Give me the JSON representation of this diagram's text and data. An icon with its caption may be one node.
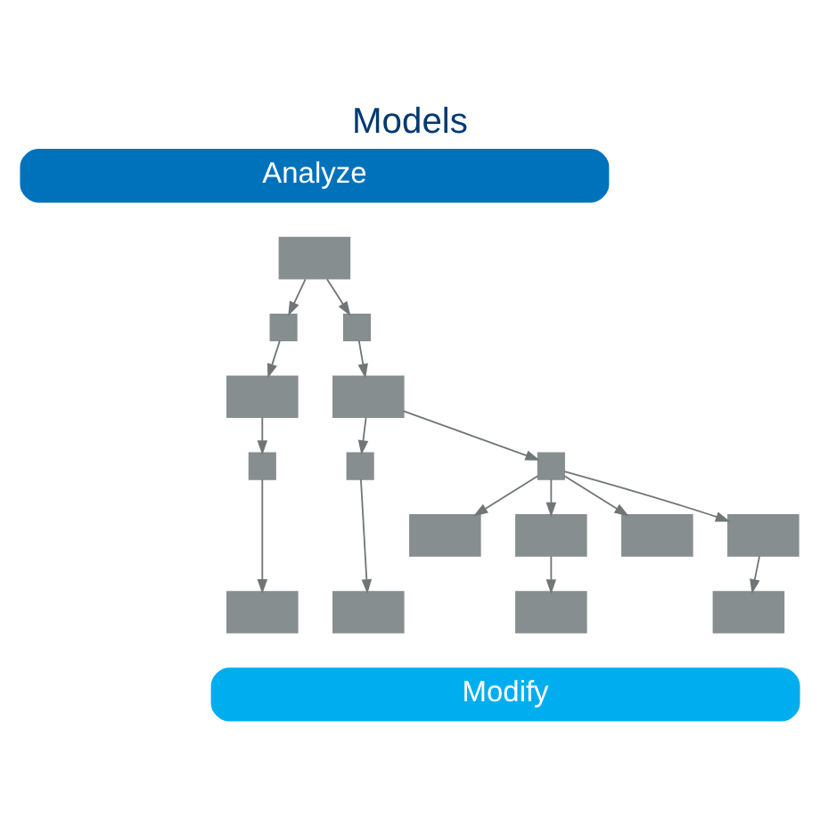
{
  "diagram": {
    "title": "Models",
    "nodes": [
      {
        "text": [
          "Analyze"
        ]
      },
      {
        "text": [
          "Modify"
        ]
      },
      {
        "text": [],
        "shape": "box"
      },
      {
        "text": [],
        "shape": "box"
      },
      {
        "text": [],
        "shape": "box"
      },
      {
        "text": [],
        "shape": "box"
      },
      {
        "text": [],
        "shape": "box"
      },
      {
        "text": [],
        "shape": "box"
      },
      {
        "text": [],
        "shape": "box"
      },
      {
        "text": [],
        "shape": "box"
      },
      {
        "text": [],
        "shape": "box"
      },
      {
        "text": [],
        "shape": "box"
      },
      {
        "text": [],
        "shape": "box"
      },
      {
        "text": [],
        "shape": "box"
      },
      {
        "text": [],
        "shape": "box"
      },
      {
        "text": [],
        "shape": "box"
      },
      {
        "text": [],
        "shape": "box"
      },
      {
        "text": [],
        "shape": "box"
      }
    ],
    "edges": [
      {
        "from": 2,
        "to": 3,
        "arrow": "to"
      },
      {
        "from": 2,
        "to": 4,
        "arrow": "to"
      },
      {
        "from": 3,
        "to": 5,
        "arrow": "to"
      },
      {
        "from": 4,
        "to": 6,
        "arrow": "to"
      },
      {
        "from": 5,
        "to": 7,
        "arrow": "to"
      },
      {
        "from": 7,
        "to": 10,
        "arrow": "to"
      },
      {
        "from": 6,
        "to": 8,
        "arrow": "to"
      },
      {
        "from": 8,
        "to": 11,
        "arrow": "to"
      },
      {
        "from": 6,
        "to": 9,
        "arrow": "to"
      },
      {
        "from": 9,
        "to": 12,
        "arrow": "to"
      },
      {
        "from": 9,
        "to": 13,
        "arrow": "to"
      },
      {
        "from": 9,
        "to": 14,
        "arrow": "to"
      },
      {
        "from": 9,
        "to": 15,
        "arrow": "to"
      },
      {
        "from": 13,
        "to": 16,
        "arrow": "to"
      },
      {
        "from": 15,
        "to": 17,
        "arrow": "to"
      }
    ]
  }
}
